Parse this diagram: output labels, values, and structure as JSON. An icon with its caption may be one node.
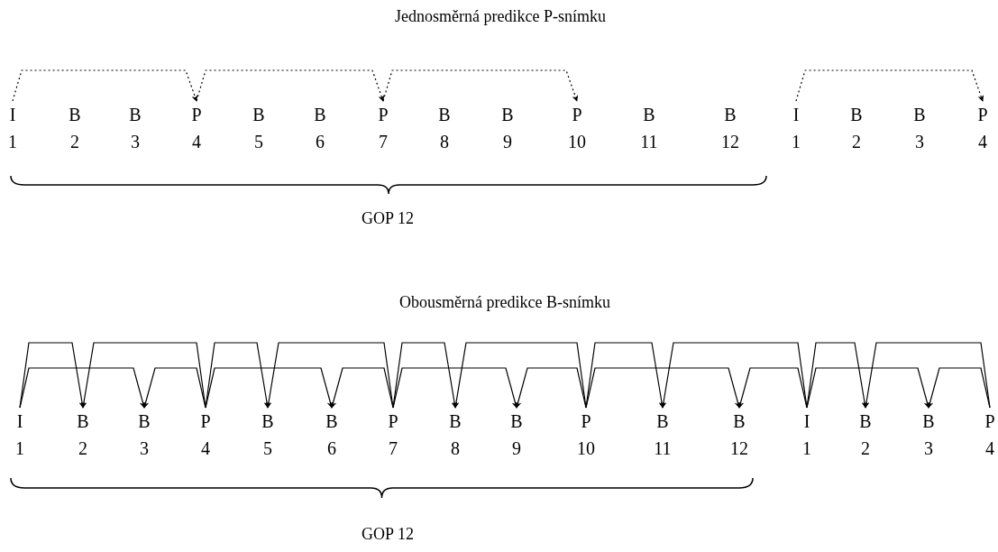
{
  "diagram": {
    "nodes": [
      {
        "text": [
          "I",
          "1"
        ]
      },
      {
        "text": [
          "B",
          "2"
        ]
      },
      {
        "text": [
          "B",
          "3"
        ]
      },
      {
        "text": [
          "P",
          "4"
        ]
      },
      {
        "text": [
          "B",
          "5"
        ]
      },
      {
        "text": [
          "B",
          "6"
        ]
      },
      {
        "text": [
          "P",
          "7"
        ]
      },
      {
        "text": [
          "B",
          "8"
        ]
      },
      {
        "text": [
          "B",
          "9"
        ]
      },
      {
        "text": [
          "P",
          "10"
        ]
      },
      {
        "text": [
          "B",
          "11"
        ]
      },
      {
        "text": [
          "B",
          "12"
        ]
      },
      {
        "text": [
          "I",
          "1"
        ]
      },
      {
        "text": [
          "B",
          "2"
        ]
      },
      {
        "text": [
          "B",
          "3"
        ]
      },
      {
        "text": [
          "P",
          "4"
        ]
      },
      {
        "text": [
          "I",
          "1"
        ]
      },
      {
        "text": [
          "B",
          "2"
        ]
      },
      {
        "text": [
          "B",
          "3"
        ]
      },
      {
        "text": [
          "P",
          "4"
        ]
      },
      {
        "text": [
          "B",
          "5"
        ]
      },
      {
        "text": [
          "B",
          "6"
        ]
      },
      {
        "text": [
          "P",
          "7"
        ]
      },
      {
        "text": [
          "B",
          "8"
        ]
      },
      {
        "text": [
          "B",
          "9"
        ]
      },
      {
        "text": [
          "P",
          "10"
        ]
      },
      {
        "text": [
          "B",
          "11"
        ]
      },
      {
        "text": [
          "B",
          "12"
        ]
      },
      {
        "text": [
          "I",
          "1"
        ]
      },
      {
        "text": [
          "B",
          "2"
        ]
      },
      {
        "text": [
          "B",
          "3"
        ]
      },
      {
        "text": [
          "P",
          "4"
        ]
      }
    ],
    "edges": [
      {
        "from": 0,
        "to": 3,
        "arrow": "to",
        "style": "dashed"
      },
      {
        "from": 3,
        "to": 6,
        "arrow": "to",
        "style": "dashed"
      },
      {
        "from": 6,
        "to": 9,
        "arrow": "to",
        "style": "dashed"
      },
      {
        "from": 12,
        "to": 15,
        "arrow": "to",
        "style": "dashed"
      },
      {
        "from": 16,
        "to": 17,
        "arrow": "to"
      },
      {
        "from": 16,
        "to": 18,
        "arrow": "to"
      },
      {
        "from": 19,
        "to": 17,
        "arrow": "to"
      },
      {
        "from": 19,
        "to": 18,
        "arrow": "to"
      },
      {
        "from": 19,
        "to": 20,
        "arrow": "to"
      },
      {
        "from": 19,
        "to": 21,
        "arrow": "to"
      },
      {
        "from": 22,
        "to": 20,
        "arrow": "to"
      },
      {
        "from": 22,
        "to": 21,
        "arrow": "to"
      },
      {
        "from": 22,
        "to": 23,
        "arrow": "to"
      },
      {
        "from": 22,
        "to": 24,
        "arrow": "to"
      },
      {
        "from": 25,
        "to": 23,
        "arrow": "to"
      },
      {
        "from": 25,
        "to": 24,
        "arrow": "to"
      },
      {
        "from": 25,
        "to": 26,
        "arrow": "to"
      },
      {
        "from": 25,
        "to": 27,
        "arrow": "to"
      },
      {
        "from": 28,
        "to": 26,
        "arrow": "to"
      },
      {
        "from": 28,
        "to": 27,
        "arrow": "to"
      },
      {
        "from": 28,
        "to": 29,
        "arrow": "to"
      },
      {
        "from": 28,
        "to": 30,
        "arrow": "to"
      },
      {
        "from": 31,
        "to": 29,
        "arrow": "to"
      },
      {
        "from": 31,
        "to": 30,
        "arrow": "to"
      }
    ],
    "labels": [
      "Jednosměrná predikce P-snímku",
      "GOP 12",
      "Obousměrná predikce B-snímku",
      "GOP 12"
    ]
  }
}
